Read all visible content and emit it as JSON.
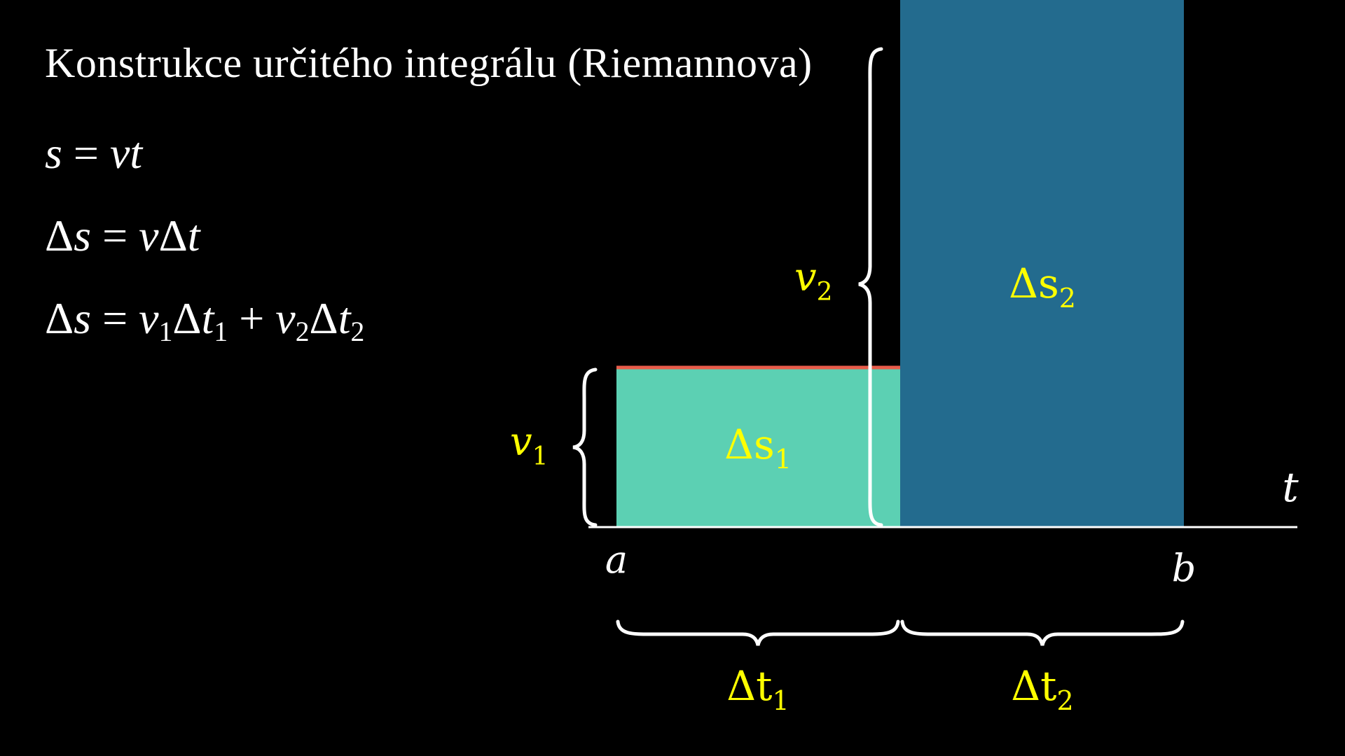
{
  "title": "Konstrukce určitého integrálu (Riemannova)",
  "equations": {
    "eq1": {
      "s": "s",
      "eq": "=",
      "v": "v",
      "t": "t"
    },
    "eq2": {
      "ds": "Δ",
      "s": "s",
      "eq": "=",
      "v": "v",
      "dt": "Δ",
      "t": "t"
    },
    "eq3": {
      "ds": "Δ",
      "s": "s",
      "eq": "=",
      "v": "v",
      "one": "1",
      "d1": "Δ",
      "t": "t",
      "plus": "+",
      "two": "2"
    }
  },
  "diagram": {
    "axis_label": "t",
    "endpoints": {
      "a": "a",
      "b": "b"
    },
    "bars": [
      {
        "v_label": "v",
        "v_sub": "1",
        "area_label": "Δs",
        "area_sub": "1",
        "dt_label": "Δt",
        "dt_sub": "1",
        "height": 1,
        "width": 1
      },
      {
        "v_label": "v",
        "v_sub": "2",
        "area_label": "Δs",
        "area_sub": "2",
        "dt_label": "Δt",
        "dt_sub": "2",
        "height": 3.44,
        "width": 1
      }
    ]
  },
  "colors": {
    "background": "#000000",
    "bar1": "#5cd0b3",
    "bar2": "#236b8e",
    "top_edge": "#e85c4a",
    "label_yellow": "#ffff00",
    "text_white": "#ffffff"
  }
}
